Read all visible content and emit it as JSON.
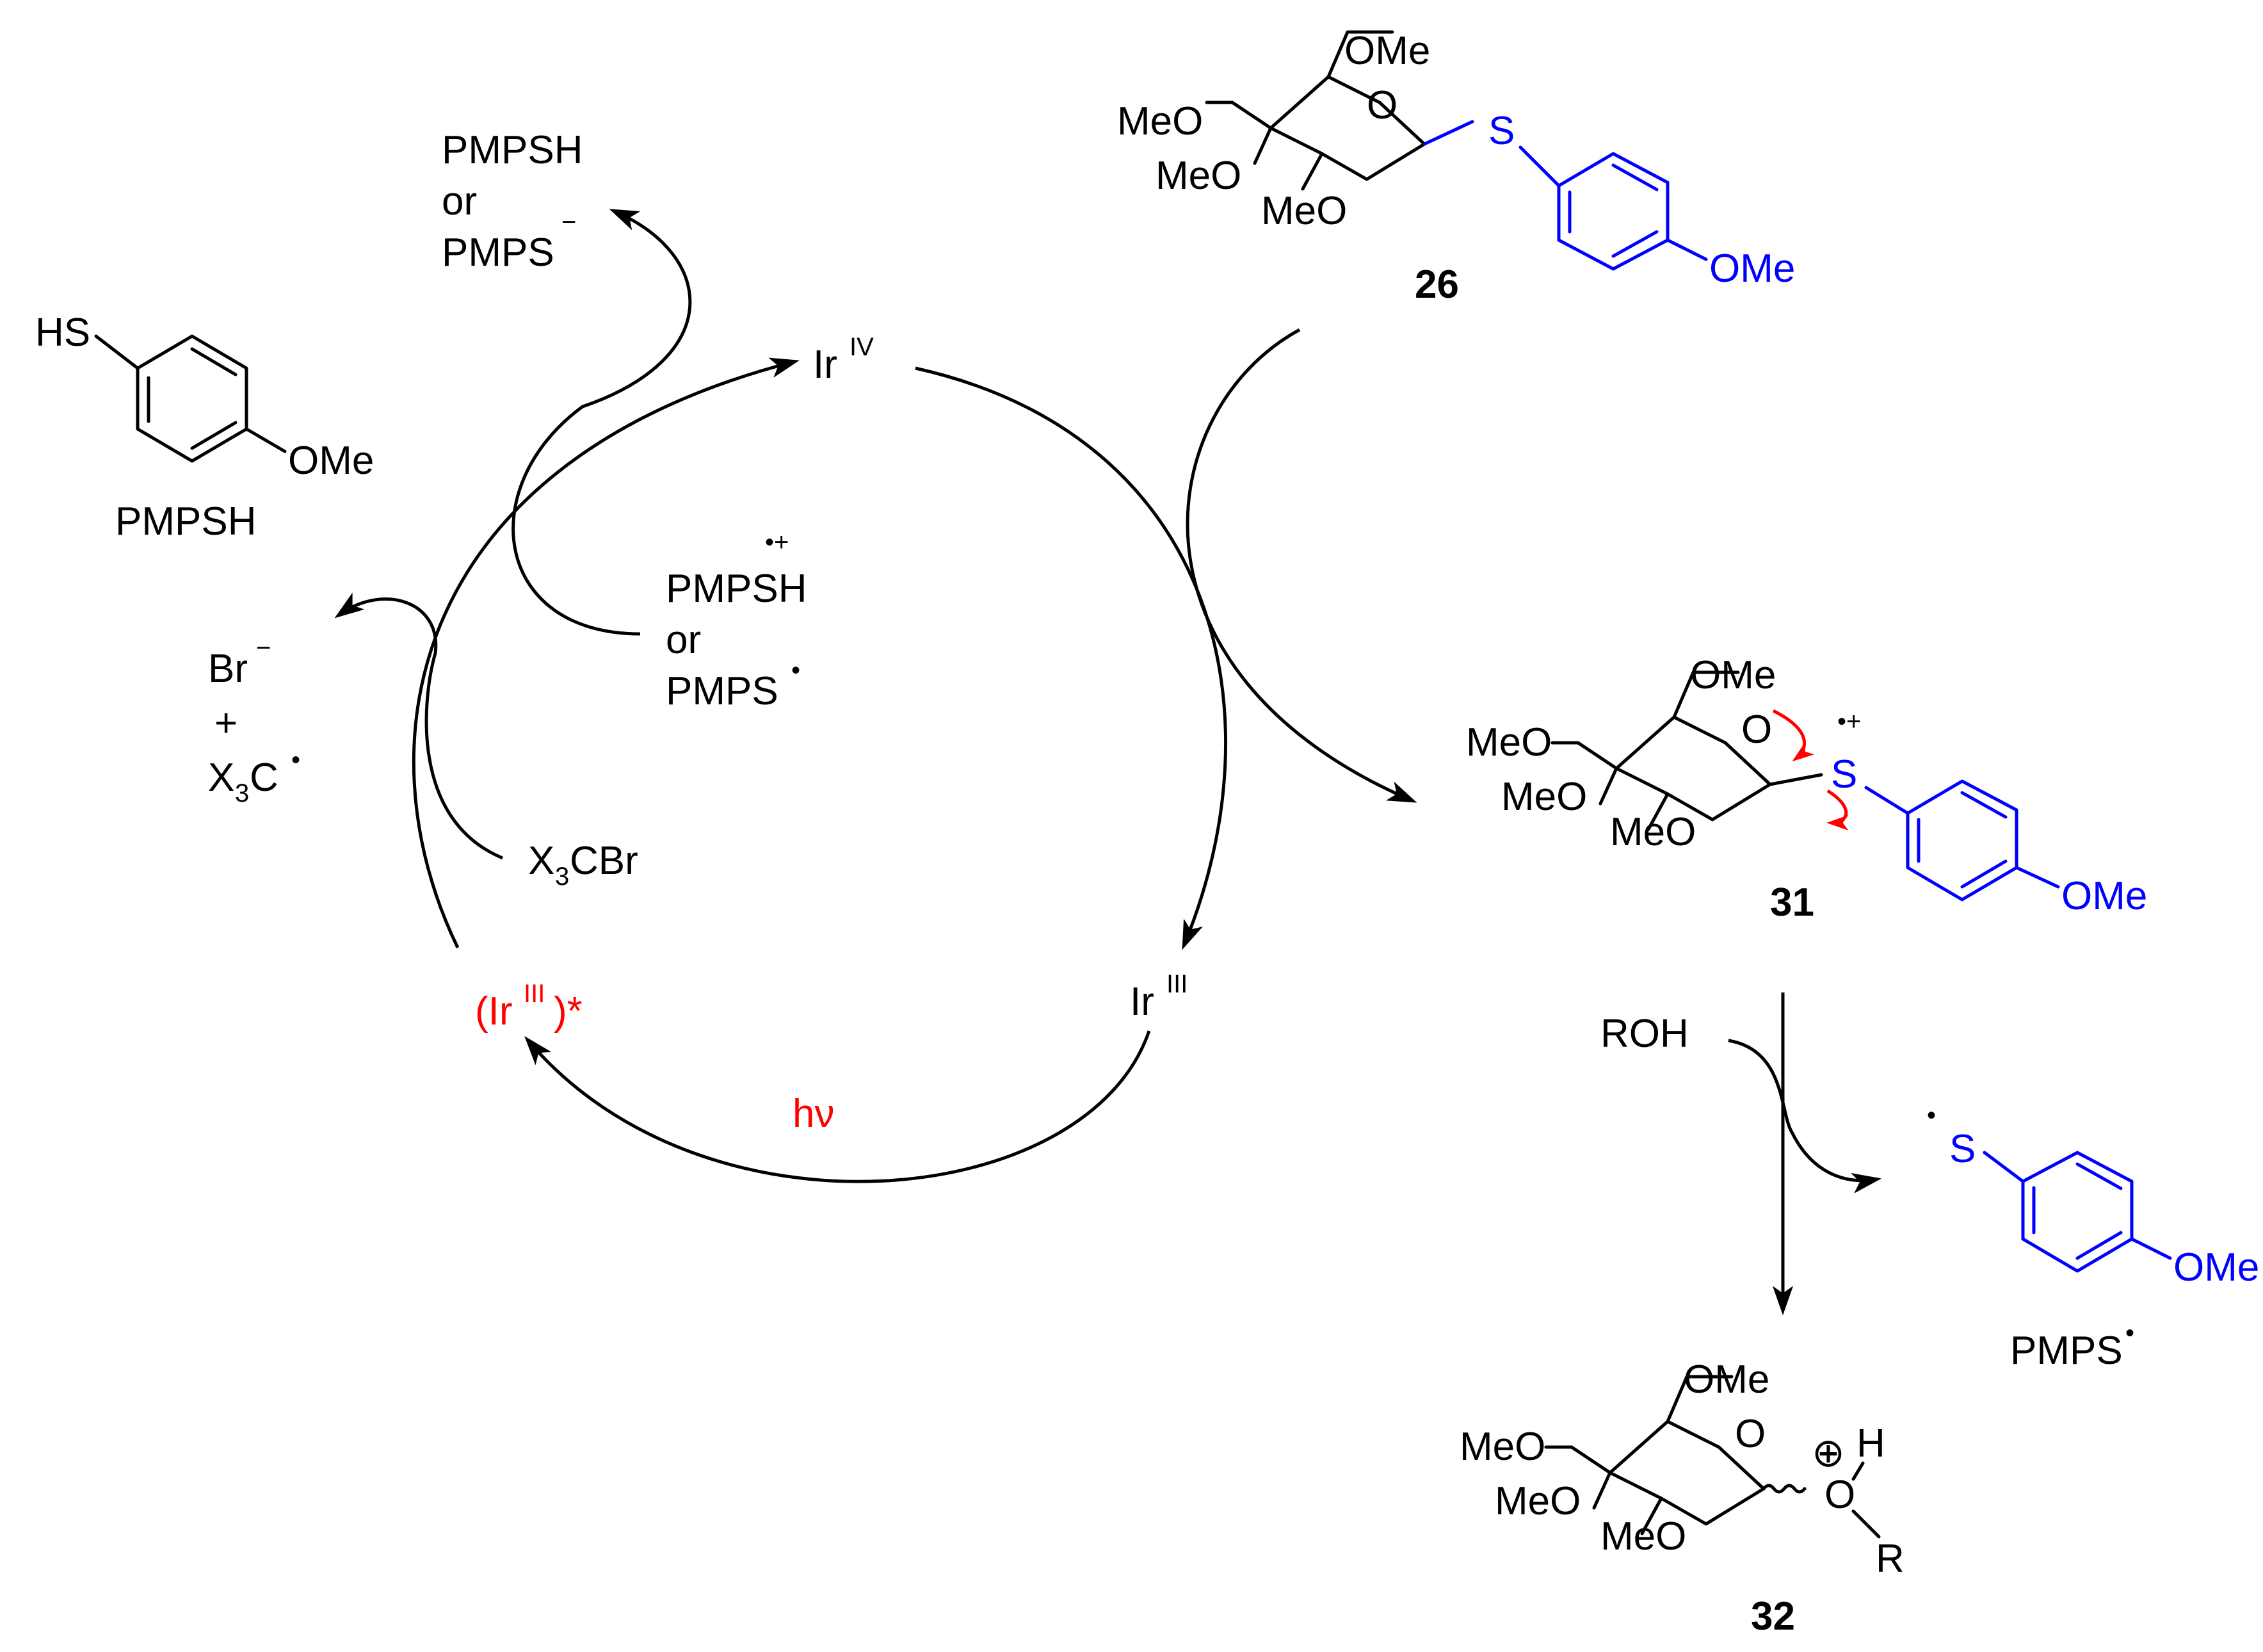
{
  "colors": {
    "ink": "#000000",
    "pmp": "#0000ff",
    "highlight": "#ff0000",
    "background": "#ffffff"
  },
  "catalytic_cycle": {
    "ir_iv": {
      "base": "Ir",
      "ox": "IV"
    },
    "ir_iii": {
      "base": "Ir",
      "ox": "III"
    },
    "ir_excited": {
      "open": "(Ir",
      "ox": "III",
      "close": ")*"
    },
    "light": "hν"
  },
  "reagents": {
    "pmpsh_top": {
      "line1": "PMPSH",
      "line2": "or",
      "line3": "PMPS",
      "line3_charge": "−"
    },
    "radical_cation": {
      "charge": "•+",
      "line1": "PMPSH",
      "line2": "or",
      "line3": "PMPS",
      "line3_dot": "•"
    },
    "pmpsh_structure": {
      "thiol": "HS",
      "substituent": "OMe",
      "name": "PMPSH"
    },
    "bromide": {
      "br": "Br",
      "br_charge": "−",
      "plus": "+",
      "x": "X",
      "x_sub": "3",
      "c": "C",
      "c_dot": "•"
    },
    "x3cbr": {
      "x": "X",
      "sub": "3",
      "rest": "CBr"
    },
    "roh": "ROH",
    "pmps_radical": {
      "dot": "•",
      "s": "S",
      "ome": "OMe",
      "name": "PMPS",
      "name_dot": "•"
    }
  },
  "compounds": {
    "c26": {
      "id": "26",
      "ome6": "OMe",
      "ome4": "MeO",
      "ome3": "MeO",
      "ome2": "MeO",
      "ring_o": "O",
      "s": "S",
      "aryl_ome": "OMe"
    },
    "c31": {
      "id": "31",
      "ome6": "OMe",
      "ome4": "MeO",
      "ome3": "MeO",
      "ome2": "MeO",
      "ring_o": "O",
      "s": "S",
      "s_charge": "•+",
      "aryl_ome": "OMe"
    },
    "c32": {
      "id": "32",
      "ome6": "OMe",
      "ome4": "MeO",
      "ome3": "MeO",
      "ome2": "MeO",
      "ring_o": "O",
      "plus": "⊕",
      "h": "H",
      "o": "O",
      "r": "R"
    }
  }
}
